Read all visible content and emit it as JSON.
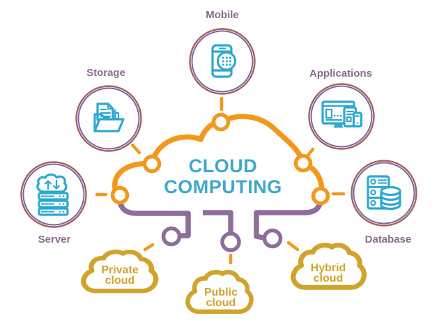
{
  "diagram_title": {
    "line1": "CLOUD",
    "line2": "COMPUTING"
  },
  "nodes": {
    "mobile": {
      "label": "Mobile",
      "icon": "mobile-apps-icon"
    },
    "storage": {
      "label": "Storage",
      "icon": "folder-documents-icon"
    },
    "applications": {
      "label": "Applications",
      "icon": "devices-icon"
    },
    "server": {
      "label": "Server",
      "icon": "server-cloud-sync-icon"
    },
    "database": {
      "label": "Database",
      "icon": "database-rack-icon"
    }
  },
  "deployment_clouds": {
    "private": {
      "line1": "Private",
      "line2": "cloud"
    },
    "public": {
      "line1": "Public",
      "line2": "cloud"
    },
    "hybrid": {
      "line1": "Hybrid",
      "line2": "cloud"
    }
  },
  "palette": {
    "orange": "#F2991D",
    "purple": "#8D6C9E",
    "gold": "#D0A42C",
    "icon-blue": "#2CA8D1",
    "title-blue": "#3FA8CB",
    "label-plum": "#8A6B8E",
    "ring-outer": "#A4625F",
    "ring-inner": "#7A67A5"
  }
}
